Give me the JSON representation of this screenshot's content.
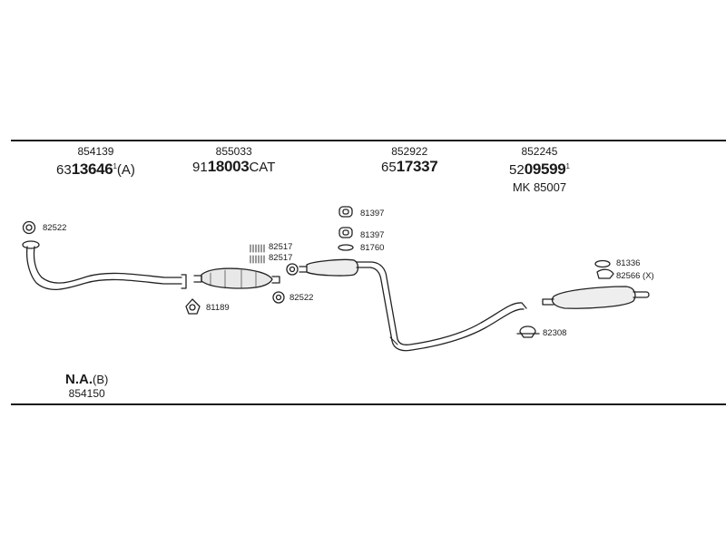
{
  "headers": [
    {
      "top": "854139",
      "prefix": "63",
      "bold": "13646",
      "sup": "1",
      "suffix": "(A)"
    },
    {
      "top": "855033",
      "prefix": "91",
      "bold": "18003",
      "sup": "",
      "suffix": "CAT"
    },
    {
      "top": "852922",
      "prefix": "65",
      "bold": "17337",
      "sup": "",
      "suffix": ""
    },
    {
      "top": "852245",
      "prefix": "52",
      "bold": "09599",
      "sup": "1",
      "suffix": "",
      "extra": "MK  85007"
    }
  ],
  "part_labels": {
    "p82522_left": "82522",
    "p82517_a": "82517",
    "p82517_b": "82517",
    "p81189": "81189",
    "p82522_mid": "82522",
    "p81397_a": "81397",
    "p81397_b": "81397",
    "p81760": "81760",
    "p81336": "81336",
    "p82566": "82566 (X)",
    "p82308": "82308"
  },
  "na": {
    "bold": "N.A.",
    "suffix": "(B)",
    "number": "854150"
  }
}
